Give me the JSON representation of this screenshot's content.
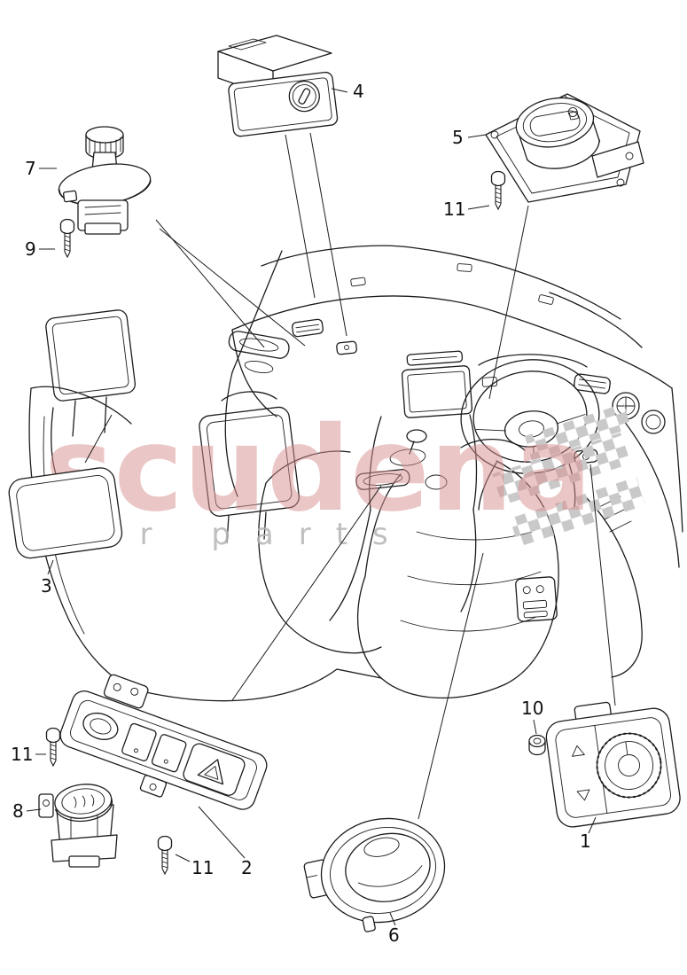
{
  "watermark": {
    "brand": "scudena",
    "tagline": "car parts",
    "brand_color": "#d98f8f",
    "tagline_color": "#b5b5b5",
    "flag_color": "#c9c9c9"
  },
  "callouts": {
    "c1": "1",
    "c2": "2",
    "c3": "3",
    "c4": "4",
    "c5": "5",
    "c6": "6",
    "c7": "7",
    "c8": "8",
    "c9": "9",
    "c10": "10",
    "c11a": "11",
    "c11b": "11",
    "c11c": "11"
  }
}
